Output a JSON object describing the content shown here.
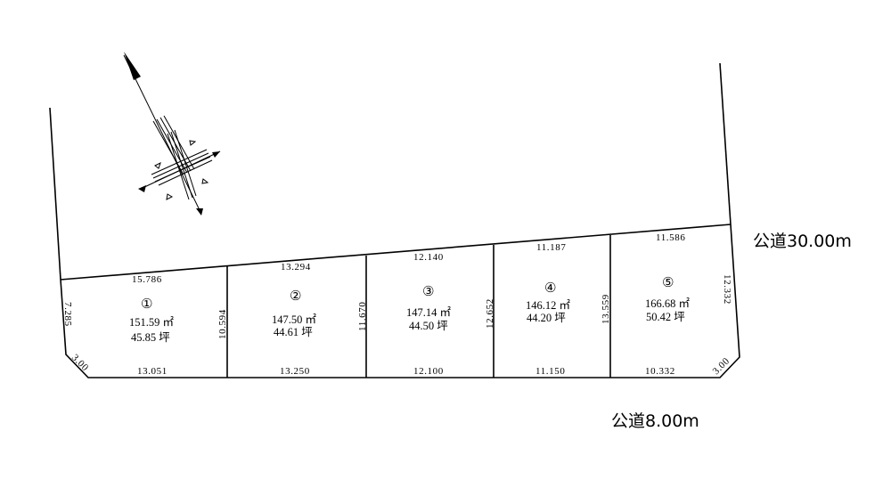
{
  "roads": {
    "north": "公道30.00m",
    "south": "公道8.00m"
  },
  "lots": [
    {
      "number": "①",
      "area": "151.59 ㎡",
      "tsubo": "45.85 坪"
    },
    {
      "number": "②",
      "area": "147.50 ㎡",
      "tsubo": "44.61 坪"
    },
    {
      "number": "③",
      "area": "147.14 ㎡",
      "tsubo": "44.50 坪"
    },
    {
      "number": "④",
      "area": "146.12 ㎡",
      "tsubo": "44.20 坪"
    },
    {
      "number": "⑤",
      "area": "166.68 ㎡",
      "tsubo": "50.42 坪"
    }
  ],
  "dimensions": {
    "top": [
      "15.786",
      "13.294",
      "12.140",
      "11.187",
      "11.586"
    ],
    "bottom": [
      "13.051",
      "13.250",
      "12.100",
      "11.150",
      "10.332"
    ],
    "sides": [
      "7.285",
      "10.594",
      "11.670",
      "12.652",
      "13.559",
      "12.332"
    ],
    "corners": [
      "3.00",
      "3.00"
    ]
  }
}
